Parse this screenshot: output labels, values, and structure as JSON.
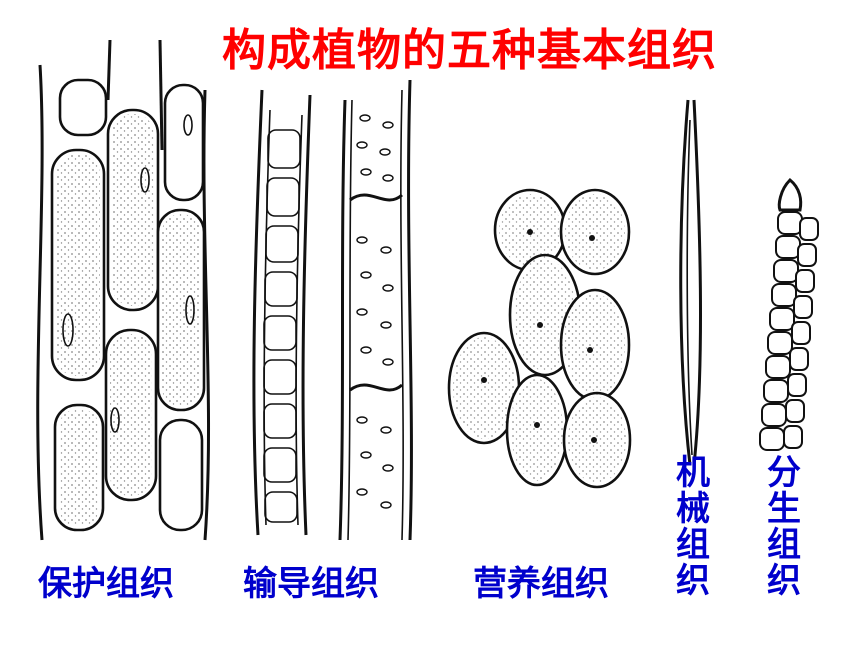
{
  "title": "构成植物的五种基本组织",
  "tissues": [
    {
      "id": "protective",
      "label": "保护组织"
    },
    {
      "id": "conducting",
      "label": "输导组织"
    },
    {
      "id": "nutritive",
      "label": "营养组织"
    },
    {
      "id": "mechanical",
      "label": "机械组织"
    },
    {
      "id": "meristematic",
      "label": "分生组织"
    }
  ],
  "colors": {
    "title": "#ff0000",
    "label": "#0000cc",
    "ink": "#111111"
  }
}
